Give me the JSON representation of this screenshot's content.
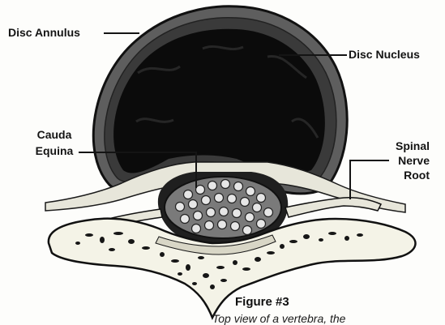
{
  "labels": {
    "disc_annulus": "Disc Annulus",
    "disc_nucleus": "Disc Nucleus",
    "cauda_equina_line1": "Cauda",
    "cauda_equina_line2": "Equina",
    "spinal_nerve_root_line1": "Spinal",
    "spinal_nerve_root_line2": "Nerve",
    "spinal_nerve_root_line3": "Root"
  },
  "caption": {
    "title": "Figure #3",
    "text": "Top view of a vertebra, the"
  },
  "colors": {
    "ink": "#141414",
    "nucleus": "#0b0b0b",
    "annulus_gray": "#5e5e5e",
    "nerve_fill": "#8a8a8a",
    "bone": "#f4f3e7"
  }
}
